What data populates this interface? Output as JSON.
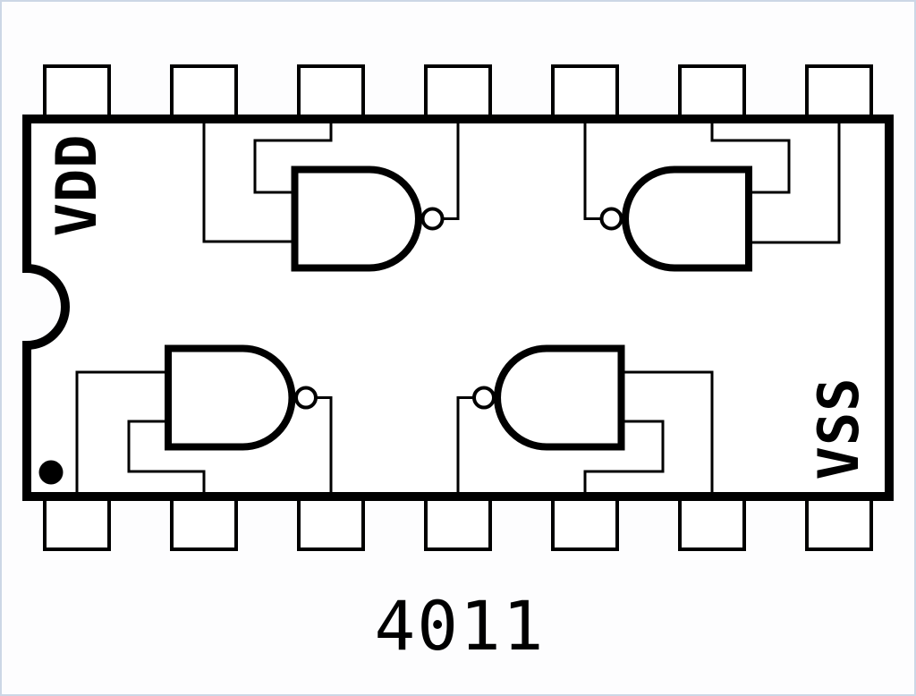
{
  "chip": {
    "part_number": "4011",
    "vdd_label": "VDD",
    "vss_label": "VSS",
    "package": {
      "style": "14-pin DIP pinout, top view",
      "top_pin_count": 7,
      "bottom_pin_count": 7,
      "orientation_notch": "semicircle on left edge",
      "pin1_marker": "filled dot at bottom-left corner"
    },
    "gates": [
      {
        "name": "gate-1",
        "position": "top-left",
        "facing": "right",
        "inputs_from": [
          "top-pin-2",
          "top-pin-3"
        ],
        "output_to": "top-pin-4"
      },
      {
        "name": "gate-2",
        "position": "top-right",
        "facing": "left",
        "inputs_from": [
          "top-pin-6",
          "top-pin-7"
        ],
        "output_to": "top-pin-5"
      },
      {
        "name": "gate-3",
        "position": "bottom-left",
        "facing": "right",
        "inputs_from": [
          "bottom-pin-1",
          "bottom-pin-2"
        ],
        "output_to": "bottom-pin-3"
      },
      {
        "name": "gate-4",
        "position": "bottom-right",
        "facing": "left",
        "inputs_from": [
          "bottom-pin-5",
          "bottom-pin-6"
        ],
        "output_to": "bottom-pin-4"
      }
    ]
  },
  "colors": {
    "line": "#000000",
    "chip_fill": "#ffffff",
    "background": "#fdfdfe",
    "frame_border": "#ccd7e6"
  }
}
